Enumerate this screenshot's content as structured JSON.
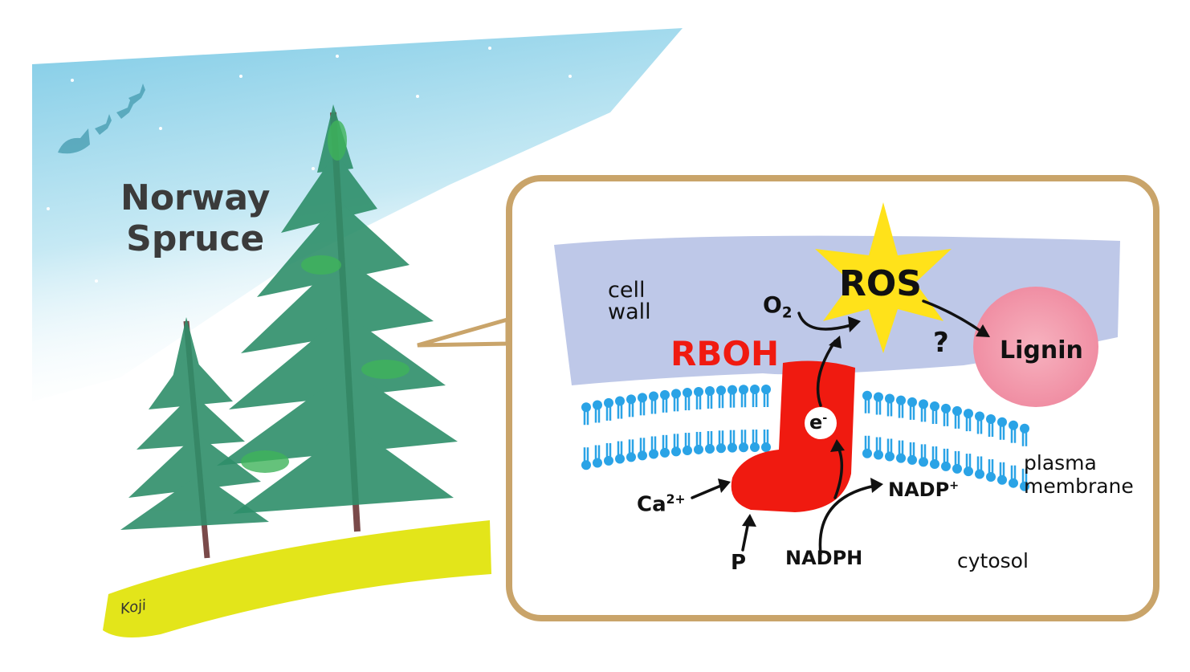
{
  "title": {
    "line1": "Norway",
    "line2": "Spruce"
  },
  "signature": "Koji",
  "diagram": {
    "cell_wall": {
      "line1": "cell",
      "line2": "wall"
    },
    "ros": "ROS",
    "o2": {
      "base": "O",
      "sub": "2"
    },
    "rboh": "RBOH",
    "question": "?",
    "lignin": "Lignin",
    "electron": {
      "base": "e",
      "sup": "-"
    },
    "plasma_membrane": {
      "line1": "plasma",
      "line2": "membrane"
    },
    "calcium": {
      "base": "Ca",
      "sup": "2+"
    },
    "phosphate": "P",
    "nadph": "NADPH",
    "nadp": {
      "base": "NADP",
      "sup": "+"
    },
    "cytosol": "cytosol"
  },
  "colors": {
    "sky": "#8fd3ea",
    "tree": "#2e8f6a",
    "ground": "#e3e51a",
    "frame": "#c9a46a",
    "cell_wall": "#b7c2e6",
    "lipid": "#2aa3e6",
    "rboh": "#f01a10",
    "ros": "#ffe21a",
    "lignin": "#f5a3b3"
  }
}
